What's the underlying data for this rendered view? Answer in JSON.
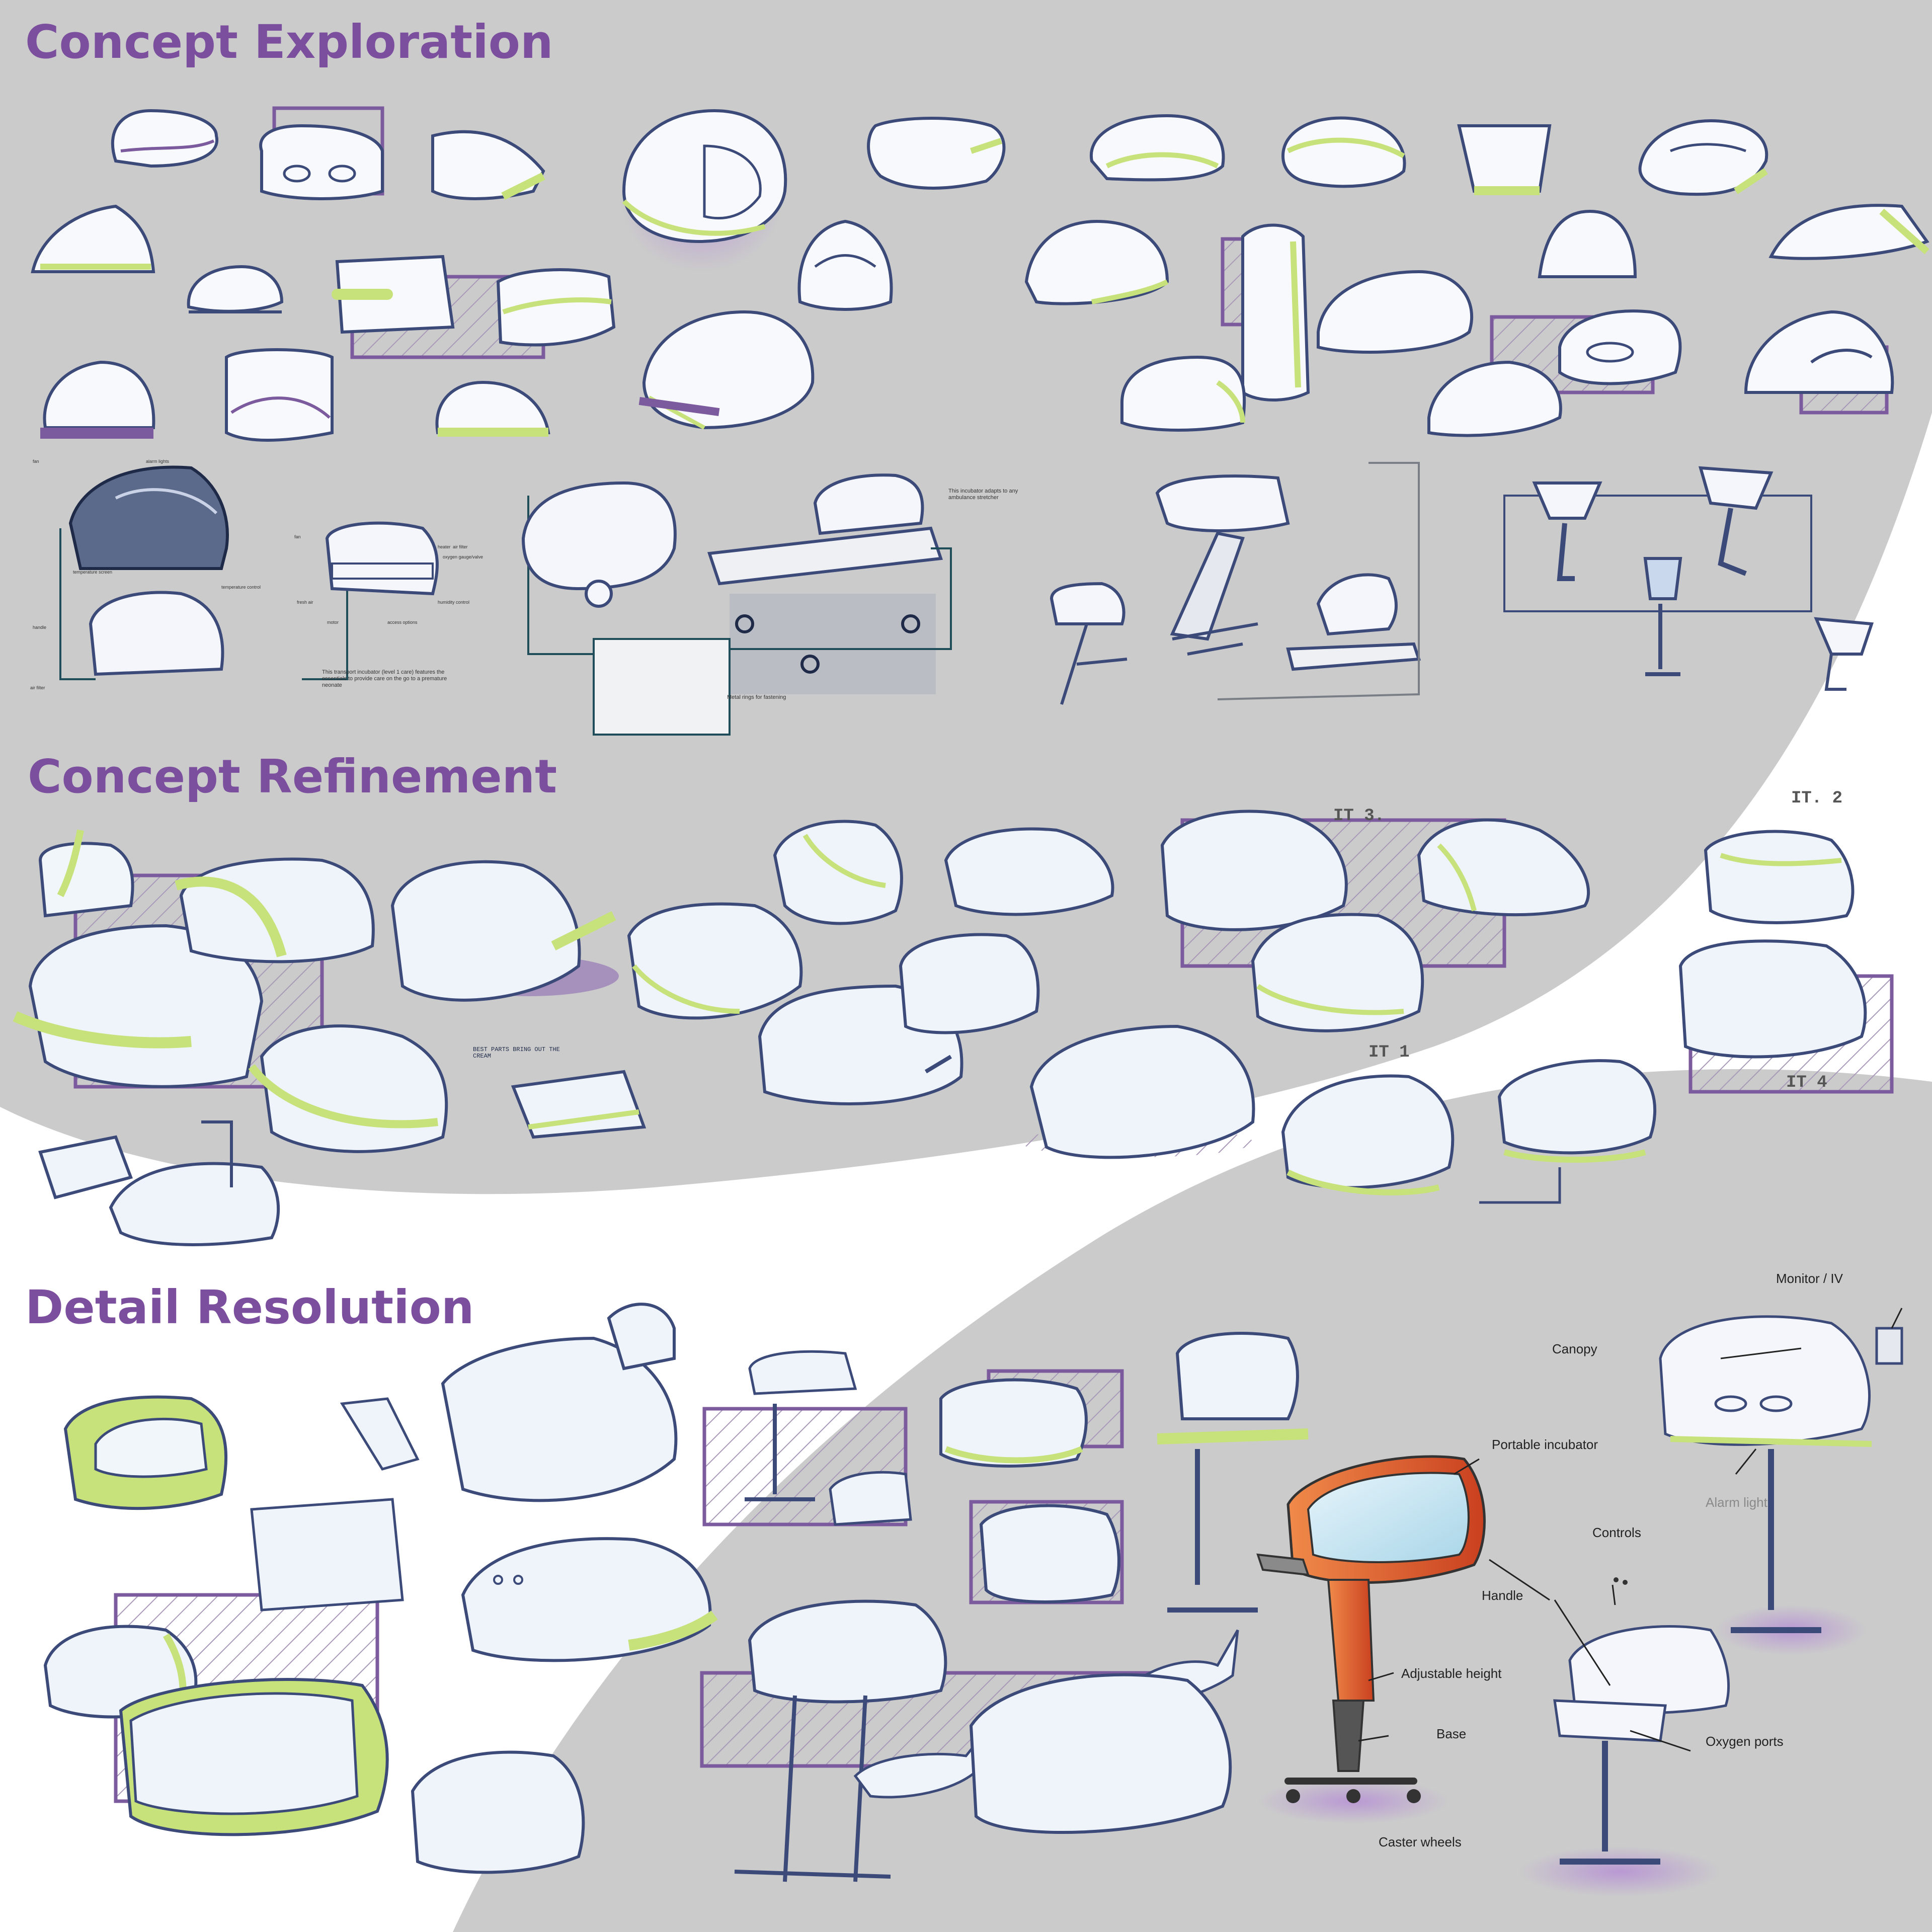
{
  "colors": {
    "background_gray": "#cbcbcb",
    "background_white": "#ffffff",
    "title_purple": "#7b4f9e",
    "accent_lime": "#c7e27a",
    "accent_purple": "#7b5a9e",
    "sketch_line": "#3c4a7a",
    "render_orange": "#d9532a"
  },
  "sections": {
    "exploration": {
      "title": "Concept Exploration"
    },
    "refinement": {
      "title": "Concept Refinement"
    },
    "detail": {
      "title": "Detail Resolution"
    }
  },
  "exploration_notes": {
    "callout_fan": "fan",
    "callout_alarm_lights": "alarm lights",
    "callout_temperature_screen": "temperature screen",
    "callout_handle": "handle",
    "callout_air_filter": "air filter",
    "callout_fan_2": "fan",
    "callout_oxygen_gauge": "oxygen gauge/valve",
    "callout_temperature_control": "temperature control",
    "callout_fresh_air": "fresh air",
    "callout_motor": "motor",
    "callout_heater": "heater",
    "callout_access_options": "access options",
    "callout_humidity_control": "humidity control",
    "callout_air_filter_2": "air filter",
    "caption_transport": "This transport incubator (level 1 care) features the essentials to provide care on the go to a premature neonate",
    "caption_ambulance": "This incubator adapts to any ambulance stretcher",
    "caption_metal_rings": "Metal rings for fastening"
  },
  "refinement_notes": {
    "iteration_3": "IT 3.",
    "iteration_2": "IT. 2",
    "iteration_1": "IT 1",
    "iteration_4": "IT 4",
    "note_best_parts": "BEST PARTS BRING OUT THE CREAM"
  },
  "detail_labels": {
    "monitor_iv": "Monitor / IV",
    "canopy": "Canopy",
    "portable_incubator": "Portable incubator",
    "alarm_light": "Alarm light",
    "controls": "Controls",
    "handle": "Handle",
    "adjustable_height": "Adjustable height",
    "base": "Base",
    "oxygen_ports": "Oxygen ports",
    "caster_wheels": "Caster wheels"
  }
}
